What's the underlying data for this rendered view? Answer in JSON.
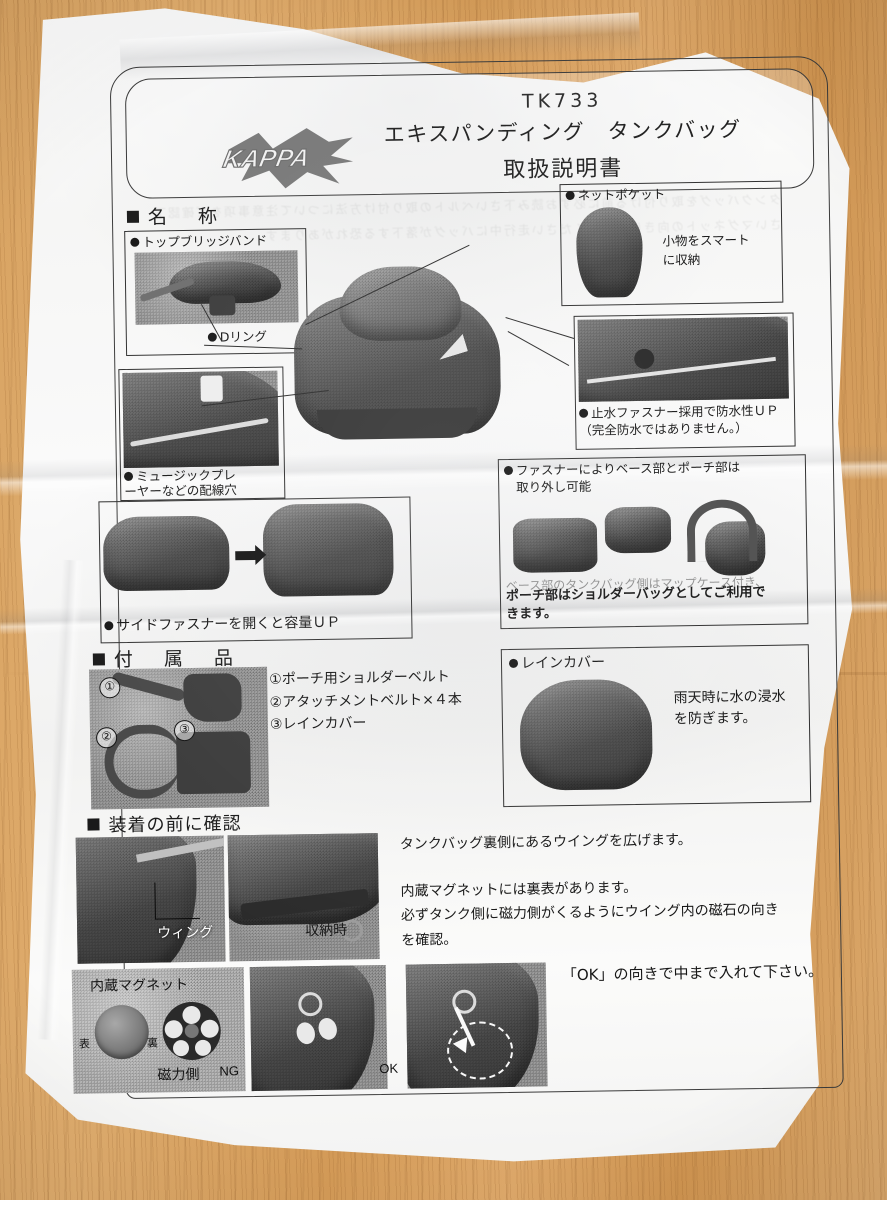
{
  "document": {
    "brand": "KAPPA",
    "model_no": "TK733",
    "title_main": "エキスパンディング　タンクバッグ",
    "title_sub": "取扱説明書"
  },
  "sections": {
    "names": {
      "heading": "名　称",
      "labels": {
        "top_bridge_band": "トップブリッジバンド",
        "d_ring": "Dリング",
        "cable_hole_l1": "ミュージックプレ",
        "cable_hole_l2": "ーヤーなどの配線穴",
        "net_pocket": "ネットポケット",
        "net_pocket_note_l1": "小物をスマート",
        "net_pocket_note_l2": "に収納",
        "waterproof_zip_l1": "止水ファスナー採用で防水性ＵＰ",
        "waterproof_zip_l2": "（完全防水ではありません。）",
        "detach_l1": "ファスナーによりベース部とポーチ部は",
        "detach_l2": "取り外し可能",
        "detach_note_l1": "ベース部のタンクバッグ側はマップケース付き、",
        "detach_note_l2": "ポーチ部はショルダーバッグとしてご利用で",
        "detach_note_l3": "きます。",
        "side_zip": "サイドファスナーを開くと容量ＵＰ"
      }
    },
    "accessories": {
      "heading": "付　属　品",
      "items": [
        {
          "no": "①",
          "label": "ポーチ用ショルダーベルト"
        },
        {
          "no": "②",
          "label": "アタッチメントベルト×４本"
        },
        {
          "no": "③",
          "label": "レインカバー"
        }
      ],
      "photo_numbers": [
        "①",
        "②",
        "③"
      ],
      "rain_cover": {
        "label": "レインカバー",
        "note_l1": "雨天時に水の浸水",
        "note_l2": "を防ぎます。"
      }
    },
    "before_mounting": {
      "heading": "装着の前に確認",
      "photo_labels": {
        "wing": "ウィング",
        "stowed": "収納時"
      },
      "instructions": [
        "タンクバッグ裏側にあるウイングを広げます。",
        "内蔵マグネットには裏表があります。",
        "必ずタンク側に磁力側がくるようにウイング内の磁石の向き",
        "を確認。"
      ],
      "magnet": {
        "title": "内蔵マグネット",
        "front": "表",
        "back": "裏",
        "magnetic_side": "磁力側"
      },
      "ng_label": "NG",
      "ok_label": "OK",
      "ok_note": "「OK」の向きで中まで入れて下さい。"
    }
  },
  "bleed_text": "タンクバッグを取り付ける前に必ずお読み下さいベルトの取り付け方法について注意事項をご確認下さいマグネットの向きにご注意ください走行中にバッグが落下する恐れがあります",
  "colors": {
    "ink": "#1b1b1b",
    "paper": "#f8f8f7",
    "desk": "#d9a463"
  }
}
